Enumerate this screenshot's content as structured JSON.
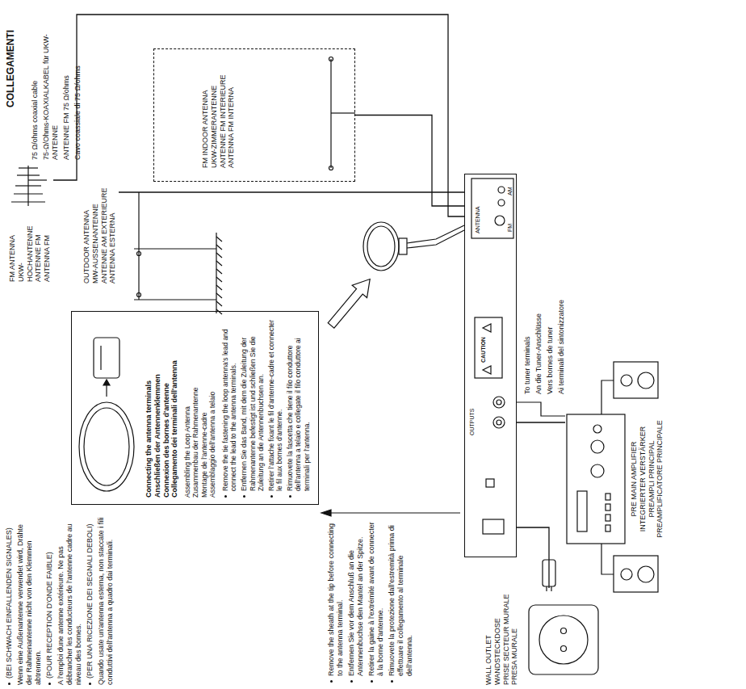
{
  "diagram": {
    "title": "COLLEGAMENTI",
    "nodes": [
      {
        "text": [
          "FM ANTENNA",
          "UKW-HOCHANTENNE",
          "ANTENNE FM",
          "ANTENNA FM"
        ]
      },
      {
        "text": [
          "OUTDOOR ANTENNA",
          "MW-AUSSENANTENNE",
          "ANTENNE AM EXTERIEURE",
          "ANTENNA ESTERNA"
        ]
      },
      {
        "text": [
          "FM INDOOR ANTENNA",
          "UKW-ZIMMERANTENNE",
          "ANTENNE FM INTERIEURE",
          "ANTENNA FM INTERNA"
        ]
      },
      {
        "text": [
          "Connecting the antenna terminals",
          "Anschließen der Antennenklemmen",
          "Connexion des bornes d'antenne",
          "Collegamento dei terminali dell'antenna",
          "Assembling the Loop Antenna",
          "Zusammenbau der Rahmenantenne",
          "Montage de l'antenne-cadre",
          "Assemblaggio dell'antenna a telaio",
          "Remove the tie fastening the loop antenna's lead and connect the lead to the antenna terminals.",
          "Entfernen Sie das Band, mit dem die Zuleitung der Rahmenantenne befestigt ist und schließen Sie die Zuleitung an die Antennenbuchsen an.",
          "Retirer l'attache fixant le fil d'antenne-cadre et connecter le fil aux bornes d'antenne.",
          "Rimuovete la fascetta che tiene il filo conduttore dell'antenna a telaio e collegate il filo conduttore ai terminali per l'antenna."
        ]
      },
      {
        "text": [
          "ANTENNA",
          "FM",
          "AM",
          "CAUTION",
          "OUTPUTS"
        ]
      },
      {
        "text": [
          "PRE MAIN AMPLIFIER",
          "INTEGRIERTER VERSTÄRKER",
          "PREAMPLI PRINCIPAL",
          "PREAMPLIFICATORE PRINCIPALE"
        ]
      },
      {
        "text": [
          "WALL OUTLET",
          "WANDSTECKDOSE",
          "PRISE SECTEUR MURALE",
          "PRESA MURALE"
        ]
      }
    ],
    "edges": [
      {
        "from": 0,
        "to": 4,
        "arrow": "none"
      },
      {
        "from": 1,
        "to": 4,
        "arrow": "none"
      },
      {
        "from": 2,
        "to": 4,
        "arrow": "none"
      },
      {
        "from": 4,
        "to": 5,
        "arrow": "none"
      },
      {
        "from": 4,
        "to": 6,
        "arrow": "none"
      }
    ],
    "labels": [
      "75 Ω/ohms coaxial cable",
      "75-Ω/Ohms-KOAXIALKABEL für UKW-ANTENNE",
      "ANTENNE FM 75 Ω/ohms",
      "Cavo coassiale di 75 Ω/ohms",
      "(BEI SCHWACH EINFALLENDEN SIGNALES)",
      "Wenn eine Außenantenne verwendet wird, Drähte der Rahmenantenne nicht von den Klemmen abtrennen.",
      "(POUR RECEPTION D'ONDE FAIBLE)",
      "A l'emploi dune antenne extérieure. Ne pas débrancher les conducteurs de l'antenne cadre au niveau des bornes.",
      "(PER UNA RICEZIONE DEI SEGNALI DEBOLI)",
      "Quando usate un'antenna esterna, non staccate i fili conduttivi dell'antenna a quadro dai terminali.",
      "Remove the sheath at the tip before connecting to the antenna terminal.",
      "Entfernen Sie vor dem Anschluß an die Antennenbuchse den Mantel an der Spitze.",
      "Retirer la gaine à l'extrémité avant de connecter à la borne d'antenne.",
      "Rimuovete la protezione dall'estremità prima di effettuare il collegamento al terminale dell'antenna.",
      "To tuner terminals",
      "An die Tuner-Anschlüsse",
      "Vers bornes de tuner",
      "Ai terminali del sintonizzatore"
    ]
  }
}
